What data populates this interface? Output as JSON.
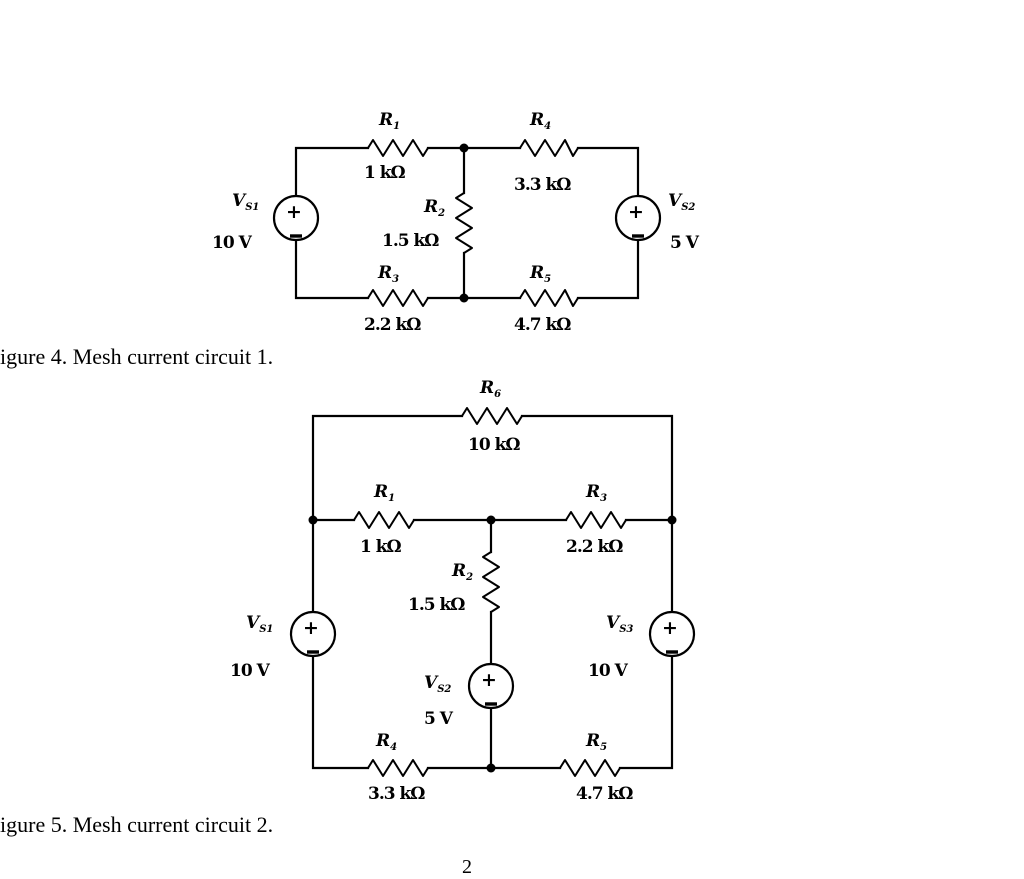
{
  "figure4": {
    "caption": "igure 4. Mesh current circuit 1.",
    "r1": {
      "name": "R",
      "sub": "1",
      "value": "1 kΩ"
    },
    "r2": {
      "name": "R",
      "sub": "2",
      "value": "1.5 kΩ"
    },
    "r3": {
      "name": "R",
      "sub": "3",
      "value": "2.2 kΩ"
    },
    "r4": {
      "name": "R",
      "sub": "4",
      "value": "3.3 kΩ"
    },
    "r5": {
      "name": "R",
      "sub": "5",
      "value": "4.7 kΩ"
    },
    "vs1": {
      "name": "V",
      "sub": "S1",
      "value": "10 V"
    },
    "vs2": {
      "name": "V",
      "sub": "S2",
      "value": "5 V"
    },
    "plus": "+"
  },
  "figure5": {
    "caption": "igure 5. Mesh current circuit 2.",
    "r1": {
      "name": "R",
      "sub": "1",
      "value": "1 kΩ"
    },
    "r2": {
      "name": "R",
      "sub": "2",
      "value": "1.5 kΩ"
    },
    "r3": {
      "name": "R",
      "sub": "3",
      "value": "2.2 kΩ"
    },
    "r4": {
      "name": "R",
      "sub": "4",
      "value": "3.3 kΩ"
    },
    "r5": {
      "name": "R",
      "sub": "5",
      "value": "4.7 kΩ"
    },
    "r6": {
      "name": "R",
      "sub": "6",
      "value": "10 kΩ"
    },
    "vs1": {
      "name": "V",
      "sub": "S1",
      "value": "10 V"
    },
    "vs2": {
      "name": "V",
      "sub": "S2",
      "value": "5 V"
    },
    "vs3": {
      "name": "V",
      "sub": "S3",
      "value": "10 V"
    },
    "plus": "+"
  },
  "page_number": "2"
}
